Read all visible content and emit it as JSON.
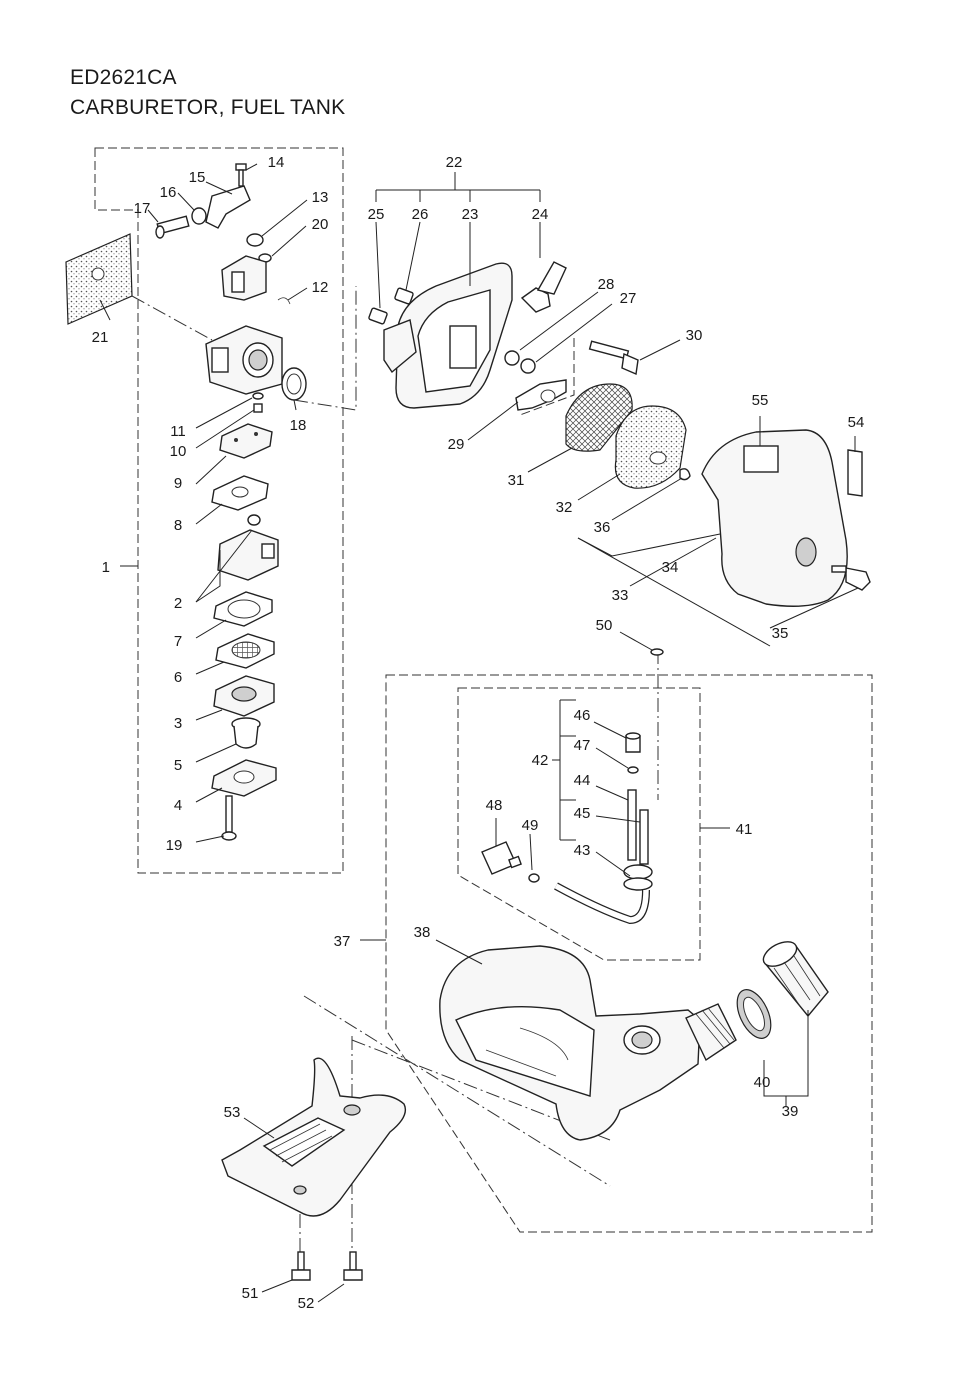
{
  "header": {
    "model": "ED2621CA",
    "subtitle": "CARBURETOR,  FUEL TANK"
  },
  "callouts": [
    "1",
    "2",
    "3",
    "4",
    "5",
    "6",
    "7",
    "8",
    "9",
    "10",
    "11",
    "12",
    "13",
    "14",
    "15",
    "16",
    "17",
    "18",
    "19",
    "20",
    "21",
    "22",
    "23",
    "24",
    "25",
    "26",
    "27",
    "28",
    "29",
    "30",
    "31",
    "32",
    "33",
    "34",
    "35",
    "36",
    "37",
    "38",
    "39",
    "40",
    "41",
    "42",
    "43",
    "44",
    "45",
    "46",
    "47",
    "48",
    "49",
    "50",
    "51",
    "52",
    "53",
    "54",
    "55"
  ]
}
